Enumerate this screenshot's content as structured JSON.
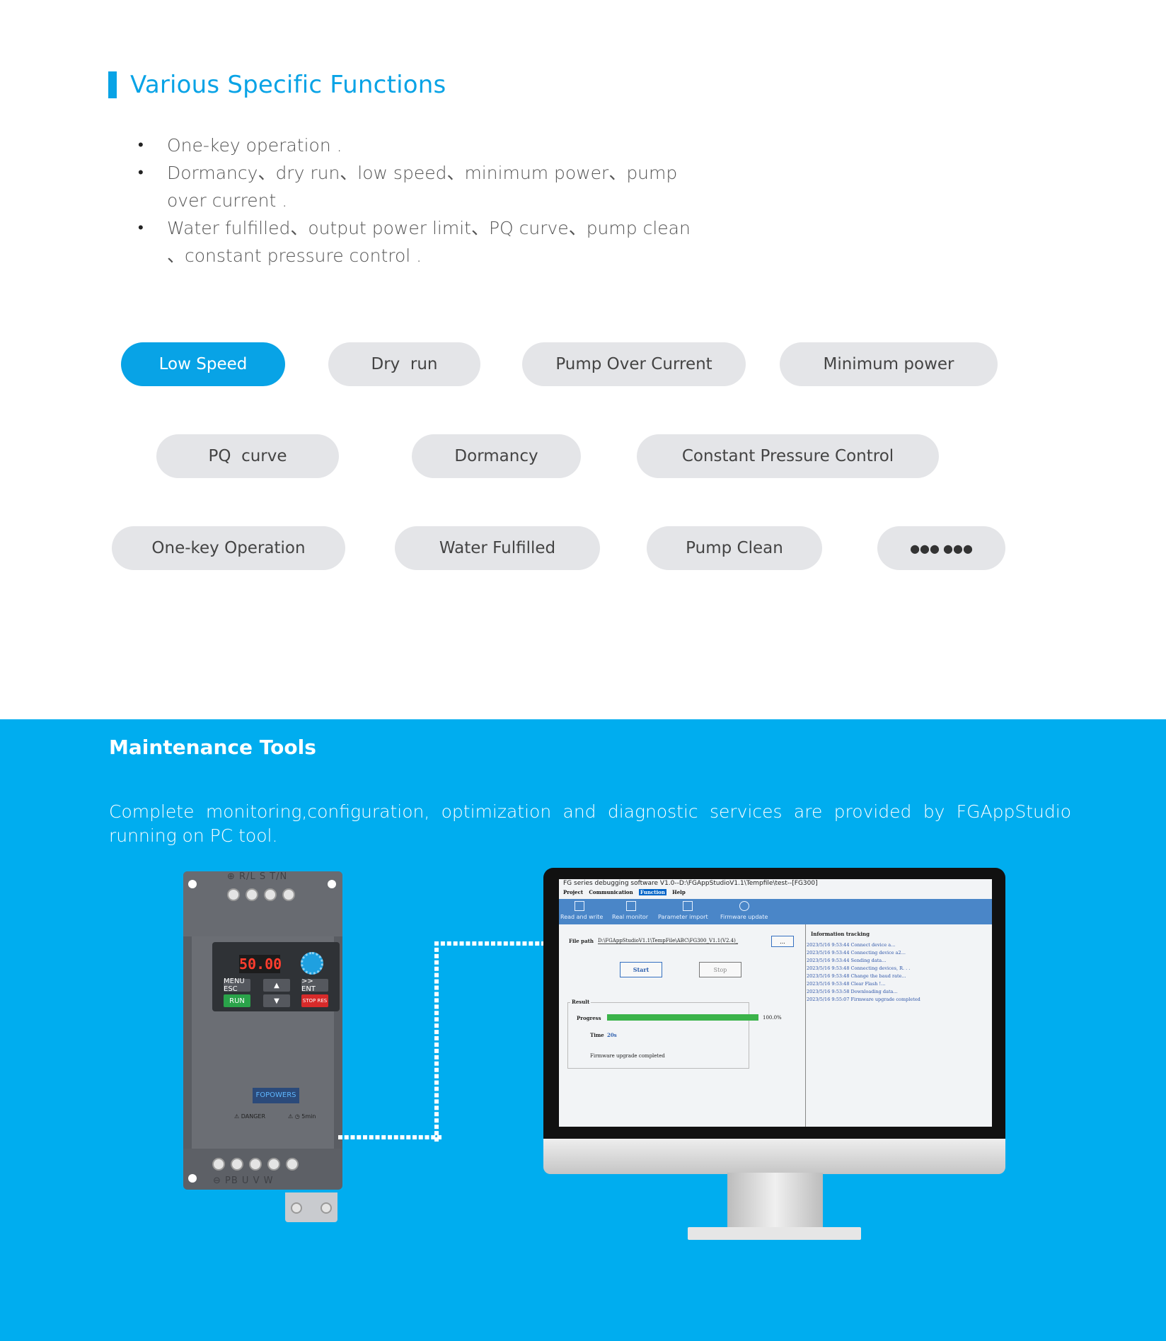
{
  "functions": {
    "title": "Various Specific Functions",
    "bullets": [
      "One-key operation .",
      "Dormancy、dry run、low speed、minimum power、pump over current .",
      "Water fulfilled、output power limit、PQ curve、pump clean 、constant pressure control ."
    ],
    "tags": [
      "Low Speed",
      "Dry  run",
      "Pump Over Current",
      "Minimum power",
      "PQ  curve",
      "Dormancy",
      "Constant Pressure Control",
      "One-key Operation",
      "Water Fulfilled",
      "Pump Clean",
      "●●● ●●●"
    ],
    "active_tag": "Low Speed",
    "accent_color": "#08a3e6"
  },
  "maintenance": {
    "title": "Maintenance Tools",
    "description": "Complete monitoring,configuration, optimization and diagnostic services are provided by FGAppStudio running on PC tool.",
    "background_color": "#00adef"
  },
  "drive": {
    "top_terminals": "⊕ R/L S T/N",
    "display": "50.00",
    "keys": {
      "menu": "MENU ESC",
      "up": "▲",
      "ent": ">> ENT",
      "run": "RUN",
      "down": "▼",
      "stop": "STOP RES"
    },
    "brand": "FOPOWERS",
    "danger": "DANGER",
    "wait": "5min",
    "bottom_terminals": "⊖ PB U V W"
  },
  "software": {
    "window_title": "FG series debugging software V1.0--D:\\FGAppStudioV1.1\\Tempfile\\test--[FG300]",
    "menu": [
      "Project",
      "Communication",
      "Function",
      "Help"
    ],
    "selected_menu": "Function",
    "toolbar": [
      "Read and write",
      "Real monitor",
      "Parameter import",
      "Firmware update"
    ],
    "file_path_label": "File path",
    "file_path": "D:\\FGAppStudioV1.1\\TempFile\\ABC\\FG300_V1.1(V2.4)_",
    "browse": "...",
    "start": "Start",
    "stop": "Stop",
    "result_label": "Result",
    "progress_label": "Progress",
    "progress_value": "100.0%",
    "progress_fraction": 1.0,
    "time_label": "Time",
    "time_value": "20s",
    "status": "Firmware upgrade completed",
    "info_title": "Information tracking",
    "log": [
      "2023/5/16 9:53:44 Connect device a...",
      "2023/5/16 9:53:44 Connecting device a2...",
      "2023/5/16 9:53:44 Sending data...",
      "2023/5/16 9:53:48 Connecting devices, R. . .",
      "2023/5/16 9:53:48 Change the baud rate...",
      "2023/5/16 9:53:48 Clear Flash !...",
      "2023/5/16 9:53:58 Downloading data...",
      "2023/5/16 9:55:07 Firmware upgrade completed"
    ]
  }
}
